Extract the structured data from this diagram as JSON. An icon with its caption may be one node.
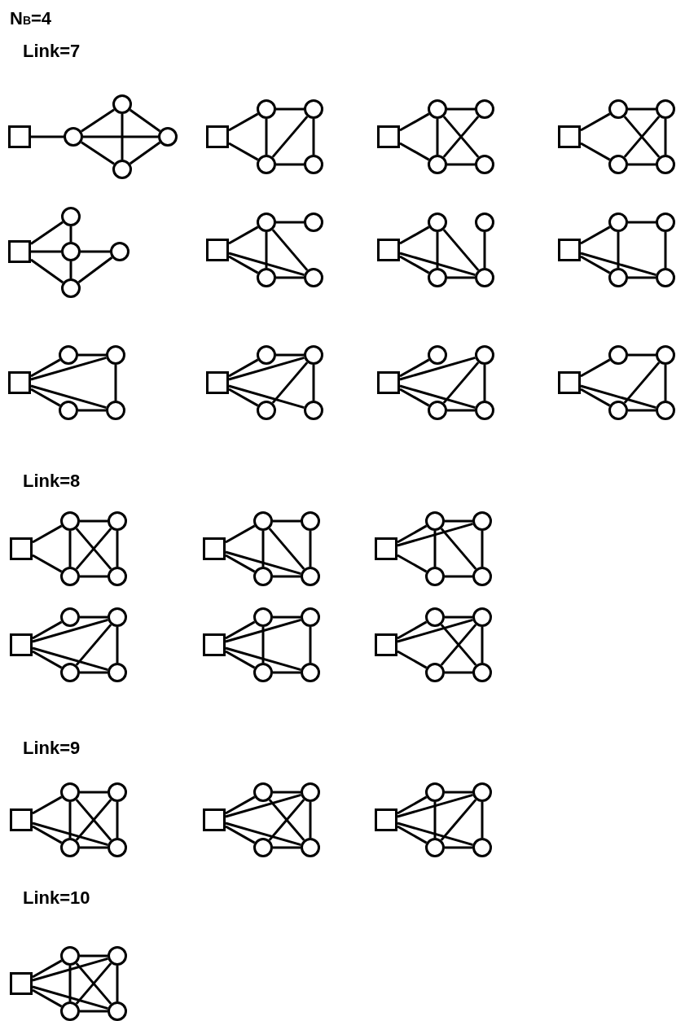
{
  "diagram": {
    "nodes": [
      {
        "text": [],
        "shape": "box"
      },
      {
        "text": [],
        "shape": "circle"
      },
      {
        "text": [],
        "shape": "circle"
      },
      {
        "text": [],
        "shape": "circle"
      },
      {
        "text": [],
        "shape": "circle"
      },
      {
        "text": [],
        "shape": "box"
      },
      {
        "text": [],
        "shape": "circle"
      },
      {
        "text": [],
        "shape": "circle"
      },
      {
        "text": [],
        "shape": "circle"
      },
      {
        "text": [],
        "shape": "circle"
      },
      {
        "text": [],
        "shape": "box"
      },
      {
        "text": [],
        "shape": "circle"
      },
      {
        "text": [],
        "shape": "circle"
      },
      {
        "text": [],
        "shape": "circle"
      },
      {
        "text": [],
        "shape": "circle"
      },
      {
        "text": [],
        "shape": "box"
      },
      {
        "text": [],
        "shape": "circle"
      },
      {
        "text": [],
        "shape": "circle"
      },
      {
        "text": [],
        "shape": "circle"
      },
      {
        "text": [],
        "shape": "circle"
      },
      {
        "text": [],
        "shape": "box"
      },
      {
        "text": [],
        "shape": "circle"
      },
      {
        "text": [],
        "shape": "circle"
      },
      {
        "text": [],
        "shape": "circle"
      },
      {
        "text": [],
        "shape": "circle"
      },
      {
        "text": [],
        "shape": "box"
      },
      {
        "text": [],
        "shape": "circle"
      },
      {
        "text": [],
        "shape": "circle"
      },
      {
        "text": [],
        "shape": "circle"
      },
      {
        "text": [],
        "shape": "circle"
      },
      {
        "text": [],
        "shape": "box"
      },
      {
        "text": [],
        "shape": "circle"
      },
      {
        "text": [],
        "shape": "circle"
      },
      {
        "text": [],
        "shape": "circle"
      },
      {
        "text": [],
        "shape": "circle"
      },
      {
        "text": [],
        "shape": "box"
      },
      {
        "text": [],
        "shape": "circle"
      },
      {
        "text": [],
        "shape": "circle"
      },
      {
        "text": [],
        "shape": "circle"
      },
      {
        "text": [],
        "shape": "circle"
      },
      {
        "text": [],
        "shape": "box"
      },
      {
        "text": [],
        "shape": "circle"
      },
      {
        "text": [],
        "shape": "circle"
      },
      {
        "text": [],
        "shape": "circle"
      },
      {
        "text": [],
        "shape": "circle"
      },
      {
        "text": [],
        "shape": "box"
      },
      {
        "text": [],
        "shape": "circle"
      },
      {
        "text": [],
        "shape": "circle"
      },
      {
        "text": [],
        "shape": "circle"
      },
      {
        "text": [],
        "shape": "circle"
      },
      {
        "text": [],
        "shape": "box"
      },
      {
        "text": [],
        "shape": "circle"
      },
      {
        "text": [],
        "shape": "circle"
      },
      {
        "text": [],
        "shape": "circle"
      },
      {
        "text": [],
        "shape": "circle"
      },
      {
        "text": [],
        "shape": "box"
      },
      {
        "text": [],
        "shape": "circle"
      },
      {
        "text": [],
        "shape": "circle"
      },
      {
        "text": [],
        "shape": "circle"
      },
      {
        "text": [],
        "shape": "circle"
      },
      {
        "text": [],
        "shape": "box"
      },
      {
        "text": [],
        "shape": "circle"
      },
      {
        "text": [],
        "shape": "circle"
      },
      {
        "text": [],
        "shape": "circle"
      },
      {
        "text": [],
        "shape": "circle"
      },
      {
        "text": [],
        "shape": "box"
      },
      {
        "text": [],
        "shape": "circle"
      },
      {
        "text": [],
        "shape": "circle"
      },
      {
        "text": [],
        "shape": "circle"
      },
      {
        "text": [],
        "shape": "circle"
      },
      {
        "text": [],
        "shape": "box"
      },
      {
        "text": [],
        "shape": "circle"
      },
      {
        "text": [],
        "shape": "circle"
      },
      {
        "text": [],
        "shape": "circle"
      },
      {
        "text": [],
        "shape": "circle"
      },
      {
        "text": [],
        "shape": "box"
      },
      {
        "text": [],
        "shape": "circle"
      },
      {
        "text": [],
        "shape": "circle"
      },
      {
        "text": [],
        "shape": "circle"
      },
      {
        "text": [],
        "shape": "circle"
      },
      {
        "text": [],
        "shape": "box"
      },
      {
        "text": [],
        "shape": "circle"
      },
      {
        "text": [],
        "shape": "circle"
      },
      {
        "text": [],
        "shape": "circle"
      },
      {
        "text": [],
        "shape": "circle"
      },
      {
        "text": [],
        "shape": "box"
      },
      {
        "text": [],
        "shape": "circle"
      },
      {
        "text": [],
        "shape": "circle"
      },
      {
        "text": [],
        "shape": "circle"
      },
      {
        "text": [],
        "shape": "circle"
      },
      {
        "text": [],
        "shape": "box"
      },
      {
        "text": [],
        "shape": "circle"
      },
      {
        "text": [],
        "shape": "circle"
      },
      {
        "text": [],
        "shape": "circle"
      },
      {
        "text": [],
        "shape": "circle"
      },
      {
        "text": [],
        "shape": "box"
      },
      {
        "text": [],
        "shape": "circle"
      },
      {
        "text": [],
        "shape": "circle"
      },
      {
        "text": [],
        "shape": "circle"
      },
      {
        "text": [],
        "shape": "circle"
      },
      {
        "text": [],
        "shape": "box"
      },
      {
        "text": [],
        "shape": "circle"
      },
      {
        "text": [],
        "shape": "circle"
      },
      {
        "text": [],
        "shape": "circle"
      },
      {
        "text": [],
        "shape": "circle"
      },
      {
        "text": [],
        "shape": "box"
      },
      {
        "text": [],
        "shape": "circle"
      },
      {
        "text": [],
        "shape": "circle"
      },
      {
        "text": [],
        "shape": "circle"
      },
      {
        "text": [],
        "shape": "circle"
      }
    ],
    "edges": [
      {
        "from": 0,
        "to": 1,
        "arrow": "none"
      },
      {
        "from": 1,
        "to": 2,
        "arrow": "none"
      },
      {
        "from": 1,
        "to": 3,
        "arrow": "none"
      },
      {
        "from": 1,
        "to": 4,
        "arrow": "none"
      },
      {
        "from": 2,
        "to": 3,
        "arrow": "none"
      },
      {
        "from": 2,
        "to": 4,
        "arrow": "none"
      },
      {
        "from": 3,
        "to": 4,
        "arrow": "none"
      },
      {
        "from": 5,
        "to": 6,
        "arrow": "none"
      },
      {
        "from": 5,
        "to": 7,
        "arrow": "none"
      },
      {
        "from": 6,
        "to": 8,
        "arrow": "none"
      },
      {
        "from": 6,
        "to": 7,
        "arrow": "none"
      },
      {
        "from": 7,
        "to": 8,
        "arrow": "none"
      },
      {
        "from": 8,
        "to": 9,
        "arrow": "none"
      },
      {
        "from": 7,
        "to": 9,
        "arrow": "none"
      },
      {
        "from": 10,
        "to": 11,
        "arrow": "none"
      },
      {
        "from": 10,
        "to": 12,
        "arrow": "none"
      },
      {
        "from": 11,
        "to": 13,
        "arrow": "none"
      },
      {
        "from": 11,
        "to": 12,
        "arrow": "none"
      },
      {
        "from": 11,
        "to": 14,
        "arrow": "none"
      },
      {
        "from": 12,
        "to": 13,
        "arrow": "none"
      },
      {
        "from": 12,
        "to": 14,
        "arrow": "none"
      },
      {
        "from": 15,
        "to": 16,
        "arrow": "none"
      },
      {
        "from": 15,
        "to": 17,
        "arrow": "none"
      },
      {
        "from": 16,
        "to": 18,
        "arrow": "none"
      },
      {
        "from": 16,
        "to": 19,
        "arrow": "none"
      },
      {
        "from": 17,
        "to": 18,
        "arrow": "none"
      },
      {
        "from": 18,
        "to": 19,
        "arrow": "none"
      },
      {
        "from": 17,
        "to": 19,
        "arrow": "none"
      },
      {
        "from": 20,
        "to": 21,
        "arrow": "none"
      },
      {
        "from": 20,
        "to": 22,
        "arrow": "none"
      },
      {
        "from": 20,
        "to": 23,
        "arrow": "none"
      },
      {
        "from": 21,
        "to": 22,
        "arrow": "none"
      },
      {
        "from": 22,
        "to": 23,
        "arrow": "none"
      },
      {
        "from": 22,
        "to": 24,
        "arrow": "none"
      },
      {
        "from": 23,
        "to": 24,
        "arrow": "none"
      },
      {
        "from": 25,
        "to": 26,
        "arrow": "none"
      },
      {
        "from": 25,
        "to": 27,
        "arrow": "none"
      },
      {
        "from": 25,
        "to": 29,
        "arrow": "none"
      },
      {
        "from": 26,
        "to": 28,
        "arrow": "none"
      },
      {
        "from": 26,
        "to": 27,
        "arrow": "none"
      },
      {
        "from": 26,
        "to": 29,
        "arrow": "none"
      },
      {
        "from": 27,
        "to": 29,
        "arrow": "none"
      },
      {
        "from": 30,
        "to": 31,
        "arrow": "none"
      },
      {
        "from": 30,
        "to": 32,
        "arrow": "none"
      },
      {
        "from": 30,
        "to": 34,
        "arrow": "none"
      },
      {
        "from": 31,
        "to": 32,
        "arrow": "none"
      },
      {
        "from": 31,
        "to": 34,
        "arrow": "none"
      },
      {
        "from": 33,
        "to": 34,
        "arrow": "none"
      },
      {
        "from": 32,
        "to": 34,
        "arrow": "none"
      },
      {
        "from": 35,
        "to": 36,
        "arrow": "none"
      },
      {
        "from": 35,
        "to": 37,
        "arrow": "none"
      },
      {
        "from": 35,
        "to": 39,
        "arrow": "none"
      },
      {
        "from": 36,
        "to": 38,
        "arrow": "none"
      },
      {
        "from": 36,
        "to": 37,
        "arrow": "none"
      },
      {
        "from": 38,
        "to": 39,
        "arrow": "none"
      },
      {
        "from": 37,
        "to": 39,
        "arrow": "none"
      },
      {
        "from": 40,
        "to": 41,
        "arrow": "none"
      },
      {
        "from": 40,
        "to": 43,
        "arrow": "none"
      },
      {
        "from": 40,
        "to": 42,
        "arrow": "none"
      },
      {
        "from": 40,
        "to": 44,
        "arrow": "none"
      },
      {
        "from": 41,
        "to": 43,
        "arrow": "none"
      },
      {
        "from": 43,
        "to": 44,
        "arrow": "none"
      },
      {
        "from": 42,
        "to": 44,
        "arrow": "none"
      },
      {
        "from": 45,
        "to": 46,
        "arrow": "none"
      },
      {
        "from": 45,
        "to": 48,
        "arrow": "none"
      },
      {
        "from": 45,
        "to": 47,
        "arrow": "none"
      },
      {
        "from": 45,
        "to": 49,
        "arrow": "none"
      },
      {
        "from": 46,
        "to": 48,
        "arrow": "none"
      },
      {
        "from": 48,
        "to": 49,
        "arrow": "none"
      },
      {
        "from": 47,
        "to": 48,
        "arrow": "none"
      },
      {
        "from": 50,
        "to": 51,
        "arrow": "none"
      },
      {
        "from": 50,
        "to": 53,
        "arrow": "none"
      },
      {
        "from": 50,
        "to": 52,
        "arrow": "none"
      },
      {
        "from": 50,
        "to": 54,
        "arrow": "none"
      },
      {
        "from": 52,
        "to": 53,
        "arrow": "none"
      },
      {
        "from": 53,
        "to": 54,
        "arrow": "none"
      },
      {
        "from": 52,
        "to": 54,
        "arrow": "none"
      },
      {
        "from": 55,
        "to": 56,
        "arrow": "none"
      },
      {
        "from": 55,
        "to": 57,
        "arrow": "none"
      },
      {
        "from": 55,
        "to": 59,
        "arrow": "none"
      },
      {
        "from": 56,
        "to": 58,
        "arrow": "none"
      },
      {
        "from": 57,
        "to": 58,
        "arrow": "none"
      },
      {
        "from": 58,
        "to": 59,
        "arrow": "none"
      },
      {
        "from": 57,
        "to": 59,
        "arrow": "none"
      },
      {
        "from": 60,
        "to": 61,
        "arrow": "none"
      },
      {
        "from": 60,
        "to": 62,
        "arrow": "none"
      },
      {
        "from": 61,
        "to": 63,
        "arrow": "none"
      },
      {
        "from": 61,
        "to": 62,
        "arrow": "none"
      },
      {
        "from": 61,
        "to": 64,
        "arrow": "none"
      },
      {
        "from": 62,
        "to": 63,
        "arrow": "none"
      },
      {
        "from": 63,
        "to": 64,
        "arrow": "none"
      },
      {
        "from": 62,
        "to": 64,
        "arrow": "none"
      },
      {
        "from": 65,
        "to": 66,
        "arrow": "none"
      },
      {
        "from": 65,
        "to": 67,
        "arrow": "none"
      },
      {
        "from": 65,
        "to": 69,
        "arrow": "none"
      },
      {
        "from": 66,
        "to": 68,
        "arrow": "none"
      },
      {
        "from": 66,
        "to": 67,
        "arrow": "none"
      },
      {
        "from": 66,
        "to": 69,
        "arrow": "none"
      },
      {
        "from": 68,
        "to": 69,
        "arrow": "none"
      },
      {
        "from": 67,
        "to": 69,
        "arrow": "none"
      },
      {
        "from": 70,
        "to": 71,
        "arrow": "none"
      },
      {
        "from": 70,
        "to": 73,
        "arrow": "none"
      },
      {
        "from": 70,
        "to": 72,
        "arrow": "none"
      },
      {
        "from": 71,
        "to": 73,
        "arrow": "none"
      },
      {
        "from": 71,
        "to": 72,
        "arrow": "none"
      },
      {
        "from": 71,
        "to": 74,
        "arrow": "none"
      },
      {
        "from": 73,
        "to": 74,
        "arrow": "none"
      },
      {
        "from": 72,
        "to": 74,
        "arrow": "none"
      },
      {
        "from": 75,
        "to": 76,
        "arrow": "none"
      },
      {
        "from": 75,
        "to": 78,
        "arrow": "none"
      },
      {
        "from": 75,
        "to": 77,
        "arrow": "none"
      },
      {
        "from": 75,
        "to": 79,
        "arrow": "none"
      },
      {
        "from": 76,
        "to": 78,
        "arrow": "none"
      },
      {
        "from": 77,
        "to": 78,
        "arrow": "none"
      },
      {
        "from": 78,
        "to": 79,
        "arrow": "none"
      },
      {
        "from": 77,
        "to": 79,
        "arrow": "none"
      },
      {
        "from": 80,
        "to": 81,
        "arrow": "none"
      },
      {
        "from": 80,
        "to": 83,
        "arrow": "none"
      },
      {
        "from": 80,
        "to": 82,
        "arrow": "none"
      },
      {
        "from": 80,
        "to": 84,
        "arrow": "none"
      },
      {
        "from": 81,
        "to": 83,
        "arrow": "none"
      },
      {
        "from": 81,
        "to": 82,
        "arrow": "none"
      },
      {
        "from": 83,
        "to": 84,
        "arrow": "none"
      },
      {
        "from": 82,
        "to": 84,
        "arrow": "none"
      },
      {
        "from": 85,
        "to": 86,
        "arrow": "none"
      },
      {
        "from": 85,
        "to": 88,
        "arrow": "none"
      },
      {
        "from": 85,
        "to": 87,
        "arrow": "none"
      },
      {
        "from": 86,
        "to": 88,
        "arrow": "none"
      },
      {
        "from": 86,
        "to": 89,
        "arrow": "none"
      },
      {
        "from": 87,
        "to": 88,
        "arrow": "none"
      },
      {
        "from": 88,
        "to": 89,
        "arrow": "none"
      },
      {
        "from": 87,
        "to": 89,
        "arrow": "none"
      },
      {
        "from": 90,
        "to": 91,
        "arrow": "none"
      },
      {
        "from": 90,
        "to": 92,
        "arrow": "none"
      },
      {
        "from": 90,
        "to": 94,
        "arrow": "none"
      },
      {
        "from": 91,
        "to": 93,
        "arrow": "none"
      },
      {
        "from": 91,
        "to": 92,
        "arrow": "none"
      },
      {
        "from": 91,
        "to": 94,
        "arrow": "none"
      },
      {
        "from": 92,
        "to": 93,
        "arrow": "none"
      },
      {
        "from": 93,
        "to": 94,
        "arrow": "none"
      },
      {
        "from": 92,
        "to": 94,
        "arrow": "none"
      },
      {
        "from": 95,
        "to": 96,
        "arrow": "none"
      },
      {
        "from": 95,
        "to": 98,
        "arrow": "none"
      },
      {
        "from": 95,
        "to": 97,
        "arrow": "none"
      },
      {
        "from": 95,
        "to": 99,
        "arrow": "none"
      },
      {
        "from": 96,
        "to": 98,
        "arrow": "none"
      },
      {
        "from": 96,
        "to": 99,
        "arrow": "none"
      },
      {
        "from": 97,
        "to": 98,
        "arrow": "none"
      },
      {
        "from": 98,
        "to": 99,
        "arrow": "none"
      },
      {
        "from": 97,
        "to": 99,
        "arrow": "none"
      },
      {
        "from": 100,
        "to": 101,
        "arrow": "none"
      },
      {
        "from": 100,
        "to": 103,
        "arrow": "none"
      },
      {
        "from": 100,
        "to": 102,
        "arrow": "none"
      },
      {
        "from": 100,
        "to": 104,
        "arrow": "none"
      },
      {
        "from": 101,
        "to": 103,
        "arrow": "none"
      },
      {
        "from": 101,
        "to": 102,
        "arrow": "none"
      },
      {
        "from": 102,
        "to": 103,
        "arrow": "none"
      },
      {
        "from": 103,
        "to": 104,
        "arrow": "none"
      },
      {
        "from": 102,
        "to": 104,
        "arrow": "none"
      },
      {
        "from": 105,
        "to": 106,
        "arrow": "none"
      },
      {
        "from": 105,
        "to": 108,
        "arrow": "none"
      },
      {
        "from": 105,
        "to": 107,
        "arrow": "none"
      },
      {
        "from": 105,
        "to": 109,
        "arrow": "none"
      },
      {
        "from": 106,
        "to": 108,
        "arrow": "none"
      },
      {
        "from": 106,
        "to": 107,
        "arrow": "none"
      },
      {
        "from": 106,
        "to": 109,
        "arrow": "none"
      },
      {
        "from": 107,
        "to": 108,
        "arrow": "none"
      },
      {
        "from": 108,
        "to": 109,
        "arrow": "none"
      },
      {
        "from": 107,
        "to": 109,
        "arrow": "none"
      }
    ],
    "labels": [
      "N$_{B}$=4",
      "Link=7",
      "Link=8",
      "Link=9",
      "Link=10"
    ]
  }
}
